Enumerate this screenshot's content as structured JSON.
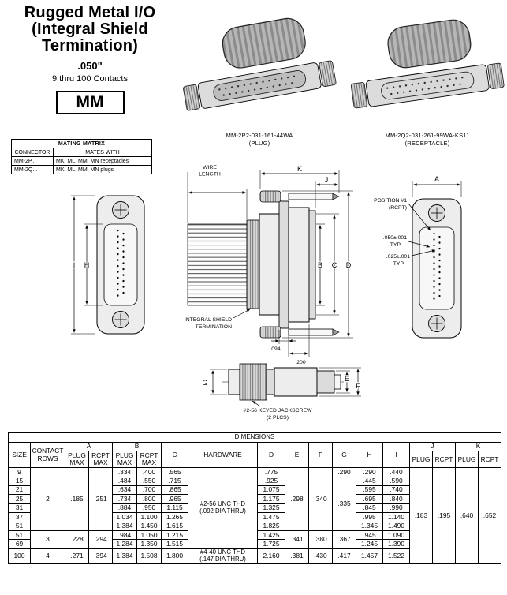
{
  "header": {
    "title_lines": [
      "Rugged Metal I/O",
      "(Integral Shield",
      "Termination)"
    ],
    "pitch": ".050\"",
    "contacts_range": "9 thru 100 Contacts",
    "series": "MM"
  },
  "products": {
    "plug": {
      "part_number": "MM-2P2-031-161-44WA",
      "type_label": "(PLUG)"
    },
    "receptacle": {
      "part_number": "MM-2Q2-031-261-99WA-KS11",
      "type_label": "(RECEPTACLE)"
    }
  },
  "mating_matrix": {
    "title": "MATING MATRIX",
    "col_connector": "CONNECTOR",
    "col_mates": "MATES WITH",
    "rows": [
      {
        "connector": "MM-2P...",
        "mates": "MK, ML, MM, MN receptacles"
      },
      {
        "connector": "MM-2Q...",
        "mates": "MK, ML, MM, MN plugs"
      }
    ]
  },
  "drawing": {
    "wire_length_1": "WIRE",
    "wire_length_2": "LENGTH",
    "dim_a": "A",
    "dim_b": "B",
    "dim_c": "C",
    "dim_d": "D",
    "dim_e": "E",
    "dim_f": "F",
    "dim_g": "G",
    "dim_h": "H",
    "dim_i": "I",
    "dim_j": "J",
    "dim_k": "K",
    "position_1": "POSITION #1",
    "position_2": "(RCPT)",
    "typ_050": ".050±.001",
    "typ_025": ".025±.001",
    "typ": "TYP",
    "dim_094": ".094",
    "dim_200": ".200",
    "shield_1": "INTEGRAL SHIELD",
    "shield_2": "TERMINATION",
    "jackscrew_1": "#2-56 KEYED JACKSCREW",
    "jackscrew_2": "(2 PLCS)"
  },
  "dim_table": {
    "title": "DIMENSIONS",
    "col_size": "SIZE",
    "col_contact_rows": "CONTACT\nROWS",
    "col_a": "A",
    "col_b": "B",
    "col_c": "C",
    "col_hardware": "HARDWARE",
    "col_d": "D",
    "col_e": "E",
    "col_f": "F",
    "col_g": "G",
    "col_h": "H",
    "col_i": "I",
    "col_j": "J",
    "col_k": "K",
    "sub_plug_max": "PLUG\nMAX",
    "sub_rcpt_max": "RCPT\nMAX",
    "sub_plug": "PLUG",
    "sub_rcpt": "RCPT",
    "hardware_small": "#2-56 UNC THD\n(.092 DIA THRU)",
    "hardware_large": "#4-40 UNC THD\n(.147 DIA THRU)",
    "groups": {
      "two_row": {
        "contact_rows": "2",
        "a_plug": ".185",
        "a_rcpt": ".251",
        "e": ".298",
        "f": ".340",
        "g": ".335"
      },
      "three_row": {
        "contact_rows": "3",
        "a_plug": ".228",
        "a_rcpt": ".294",
        "e": ".341",
        "f": ".380",
        "g": ".367"
      },
      "j_plug": ".183",
      "j_rcpt": ".195",
      "k_plug": ".640",
      "k_rcpt": ".652"
    },
    "rows": {
      "r9": {
        "size": "9",
        "b_plug": ".334",
        "b_rcpt": ".400",
        "c": ".565",
        "d": ".775",
        "g": ".290",
        "h": ".290",
        "i": ".440"
      },
      "r15": {
        "size": "15",
        "b_plug": ".484",
        "b_rcpt": ".550",
        "c": ".715",
        "d": ".925",
        "h": ".445",
        "i": ".590"
      },
      "r21": {
        "size": "21",
        "b_plug": ".634",
        "b_rcpt": ".700",
        "c": ".865",
        "d": "1.075",
        "h": ".595",
        "i": ".740"
      },
      "r25": {
        "size": "25",
        "b_plug": ".734",
        "b_rcpt": ".800",
        "c": ".965",
        "d": "1.175",
        "h": ".695",
        "i": ".840"
      },
      "r31": {
        "size": "31",
        "b_plug": ".884",
        "b_rcpt": ".950",
        "c": "1.115",
        "d": "1.325",
        "h": ".845",
        "i": ".990"
      },
      "r37": {
        "size": "37",
        "b_plug": "1.034",
        "b_rcpt": "1.100",
        "c": "1.265",
        "d": "1.475",
        "h": ".995",
        "i": "1.140"
      },
      "r51a": {
        "size": "51",
        "b_plug": "1.384",
        "b_rcpt": "1.450",
        "c": "1.615",
        "d": "1.825",
        "h": "1.345",
        "i": "1.490"
      },
      "r51b": {
        "size": "51",
        "b_plug": ".984",
        "b_rcpt": "1.050",
        "c": "1.215",
        "d": "1.425",
        "h": ".945",
        "i": "1.090"
      },
      "r69": {
        "size": "69",
        "b_plug": "1.284",
        "b_rcpt": "1.350",
        "c": "1.515",
        "d": "1.725",
        "h": "1.245",
        "i": "1.390"
      },
      "r100": {
        "size": "100",
        "contact_rows": "4",
        "a_plug": ".271",
        "a_rcpt": ".394",
        "b_plug": "1.384",
        "b_rcpt": "1.508",
        "c": "1.800",
        "d": "2.160",
        "e": ".381",
        "f": ".430",
        "g": ".417",
        "h": "1.457",
        "i": "1.522"
      }
    }
  }
}
